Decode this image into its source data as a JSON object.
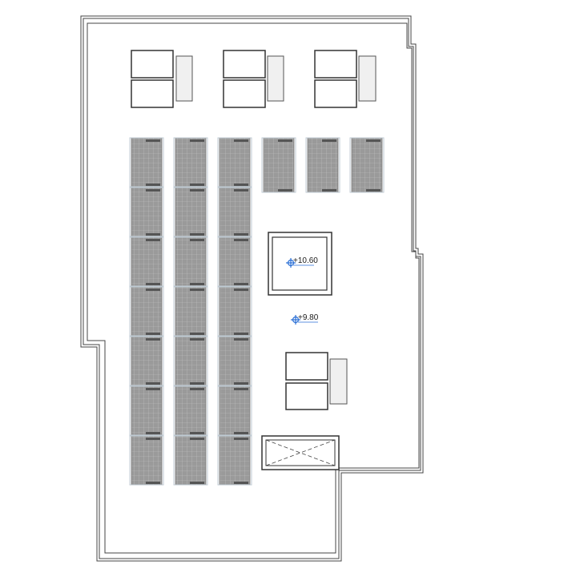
{
  "plan": {
    "colors": {
      "background": "#ffffff",
      "wall_line": "#444444",
      "unit_stroke": "#333333",
      "panel_fill": "#9a9a9a",
      "panel_grid": "#c4c4c4",
      "panel_frame": "#555555",
      "marker": "#2a6fd6"
    },
    "level_markers": [
      {
        "label": "+10.60",
        "icon": "level-marker-icon"
      },
      {
        "label": "+9.80",
        "icon": "level-marker-icon"
      }
    ],
    "solar_columns": [
      {
        "panels": 7
      },
      {
        "panels": 7
      },
      {
        "panels": 7
      },
      {
        "panels": 1
      },
      {
        "panels": 1
      },
      {
        "panels": 1
      }
    ],
    "hvac_units": 4,
    "roof_hatch": {
      "icon": "x-cross-icon"
    }
  }
}
